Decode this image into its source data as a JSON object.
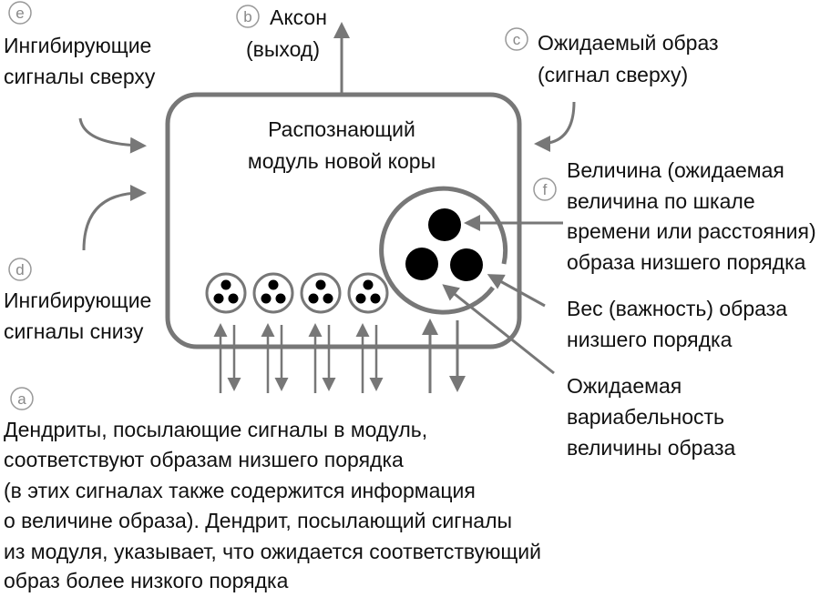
{
  "colors": {
    "stroke": "#777777",
    "dot": "#000000",
    "text": "#111111"
  },
  "labels": {
    "a": "a",
    "b": "b",
    "c": "c",
    "d": "d",
    "e": "e",
    "f": "f"
  },
  "axon": {
    "line1": "Аксон",
    "line2": "(выход)"
  },
  "inhibit_top": {
    "line1": "Ингибирующие",
    "line2": "сигналы сверху"
  },
  "expected": {
    "line1": "Ожидаемый образ",
    "line2": "(сигнал сверху)"
  },
  "module": {
    "line1": "Распознающий",
    "line2": "модуль новой коры"
  },
  "size": {
    "line1": "Величина (ожидаемая",
    "line2": "величина по шкале",
    "line3": "времени или расстояния)",
    "line4": "образа низшего порядка"
  },
  "weight": {
    "line1": "Вес (важность) образа",
    "line2": "низшего порядка"
  },
  "variability": {
    "line1": "Ожидаемая",
    "line2": "вариабельность",
    "line3": "величины образа"
  },
  "inhibit_bottom": {
    "line1": "Ингибирующие",
    "line2": "сигналы снизу"
  },
  "dendrites": {
    "line1": "Дендриты, посылающие сигналы в модуль,",
    "line2": "соответствуют образам низшего порядка",
    "line3": "(в этих сигналах также содержится информация",
    "line4": "о величине образа). Дендрит, посылающий сигналы",
    "line5": "из модуля, указывает, что ожидается соответствующий",
    "line6": "образ более низкого порядка"
  }
}
